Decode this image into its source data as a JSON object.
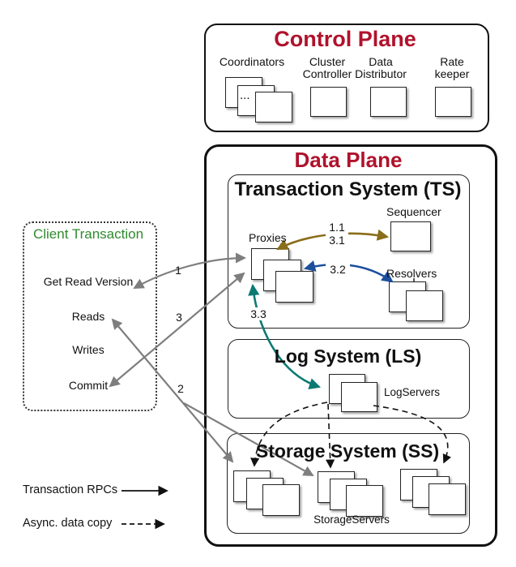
{
  "colors": {
    "heading_red": "#b0122c",
    "client_green": "#2e8b2e",
    "arrow_gray": "#7e7e7e",
    "arrow_olive": "#8a6d1a",
    "arrow_blue": "#1c4f9c",
    "arrow_teal": "#0c7a72",
    "line_black": "#111111"
  },
  "control_plane": {
    "title": "Control Plane",
    "items": [
      {
        "label": "Coordinators"
      },
      {
        "label": "Cluster Controller"
      },
      {
        "label": "Data Distributor"
      },
      {
        "label": "Rate keeper"
      }
    ],
    "ellipsis": "..."
  },
  "data_plane": {
    "title": "Data Plane",
    "transaction_system": {
      "title": "Transaction System (TS)",
      "proxies": "Proxies",
      "sequencer": "Sequencer",
      "resolvers": "Resolvers"
    },
    "log_system": {
      "title": "Log System (LS)",
      "logservers": "LogServers"
    },
    "storage_system": {
      "title": "Storage System (SS)",
      "storageservers": "StorageServers"
    }
  },
  "client_transaction": {
    "title": "Client Transaction",
    "steps": [
      "Get Read Version",
      "Reads",
      "Writes",
      "Commit"
    ]
  },
  "arrow_labels": {
    "step1": "1",
    "step2": "2",
    "step3": "3",
    "step11": "1.1",
    "step31": "3.1",
    "step32": "3.2",
    "step33": "3.3"
  },
  "legend": {
    "rpc": "Transaction RPCs",
    "async": "Async. data copy"
  }
}
